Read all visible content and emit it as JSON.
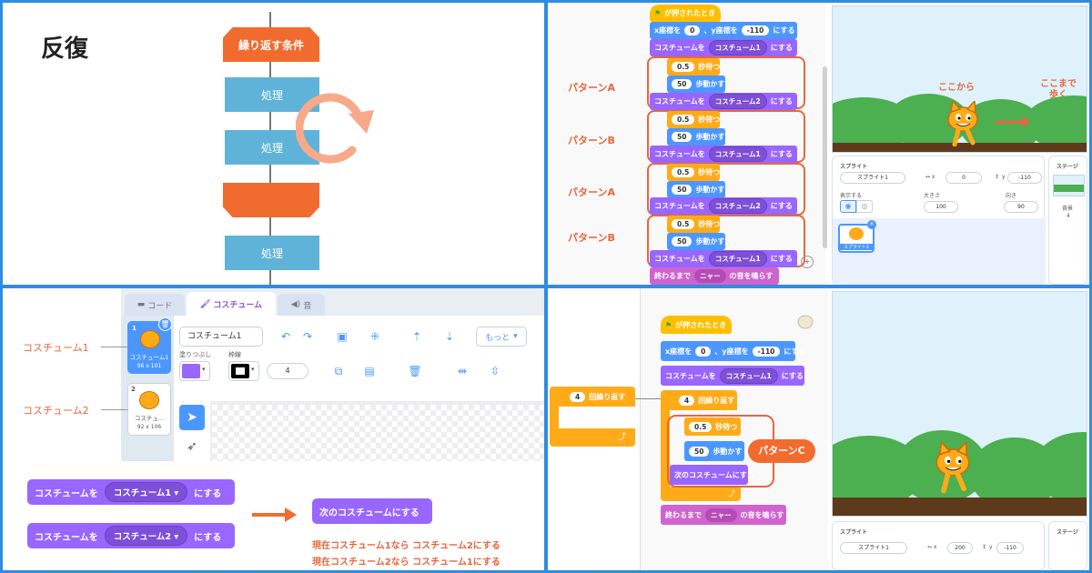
{
  "flowchart": {
    "title": "反復",
    "loop_condition": "繰り返す条件",
    "process_label": "処理"
  },
  "pattern_script": {
    "hat": "が押されたとき",
    "goto": {
      "x_label": "x座標を",
      "x": "0",
      "y_label": "、y座標を",
      "y": "-110",
      "suffix": "にする"
    },
    "costume_label": "コスチュームを",
    "costume1": "コスチューム1",
    "costume2": "コスチューム2",
    "suffix": "にする",
    "wait": "0.5",
    "wait_label": "秒待つ",
    "move": "50",
    "move_label": "歩動かす",
    "sound_label": "終わるまで",
    "sound_value": "ニャー",
    "sound_suffix": "の音を鳴らす",
    "patterns": [
      "パターンA",
      "パターンB",
      "パターンA",
      "パターンB"
    ]
  },
  "stage1": {
    "from_label": "ここから",
    "to_label": "ここまで\n歩く"
  },
  "sprite_info": {
    "sprite_label": "スプライト",
    "sprite_name": "スプライト1",
    "x_value": "0",
    "y_label": "y",
    "y_value": "-110",
    "show_label": "表示する",
    "size_label": "大きさ",
    "size_value": "100",
    "direction_label": "向き",
    "direction_value": "90",
    "stage_label": "ステージ",
    "backdrop_label": "背景",
    "backdrop_count": "4",
    "thumb_label": "スプライト1"
  },
  "costume_editor": {
    "tabs": [
      "コード",
      "コスチューム",
      "音"
    ],
    "costume_name": "コスチューム1",
    "more_label": "もっと",
    "fill_label": "塗りつぶし",
    "outline_label": "枠線",
    "outline_width": "4",
    "costumes": [
      {
        "num": "1",
        "name": "コスチューム1",
        "size": "96 x 101"
      },
      {
        "num": "2",
        "name": "コスチュ...",
        "size": "92 x 106"
      }
    ],
    "anno1": "コスチューム1",
    "anno2": "コスチューム2",
    "block_costume_label": "コスチュームを",
    "block_suffix": "にする",
    "next_costume": "次のコスチュームにする",
    "note1": "現在コスチューム1なら コスチューム2にする",
    "note2": "現在コスチューム2なら コスチューム1にする"
  },
  "loop_script": {
    "repeat_count": "4",
    "repeat_label": "回繰り返す",
    "pattern_c": "パターンC",
    "next_costume": "次のコスチュームにする",
    "sprite_x": "200",
    "sprite_y": "-110"
  },
  "colors": {
    "accent_orange": "#e8663d",
    "motion": "#4c97ff",
    "looks": "#9966ff",
    "control": "#ffab19",
    "event": "#ffbf00",
    "sound": "#cf63cf",
    "frame": "#2f8ce0"
  }
}
